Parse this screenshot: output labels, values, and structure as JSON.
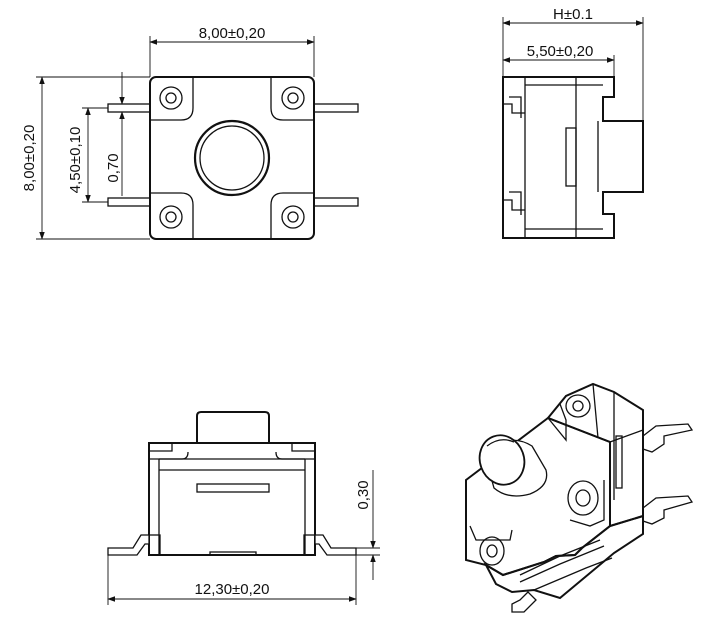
{
  "top_view": {
    "width_label": "8,00±0,20",
    "height_label": "8,00±0,20",
    "pin_pitch_label": "4,50±0,10",
    "pin_width_label": "0,70"
  },
  "side_view": {
    "height_label": "H±0.1",
    "body_label": "5,50±0,20"
  },
  "front_view": {
    "span_label": "12,30±0,20",
    "standoff_label": "0,30"
  }
}
